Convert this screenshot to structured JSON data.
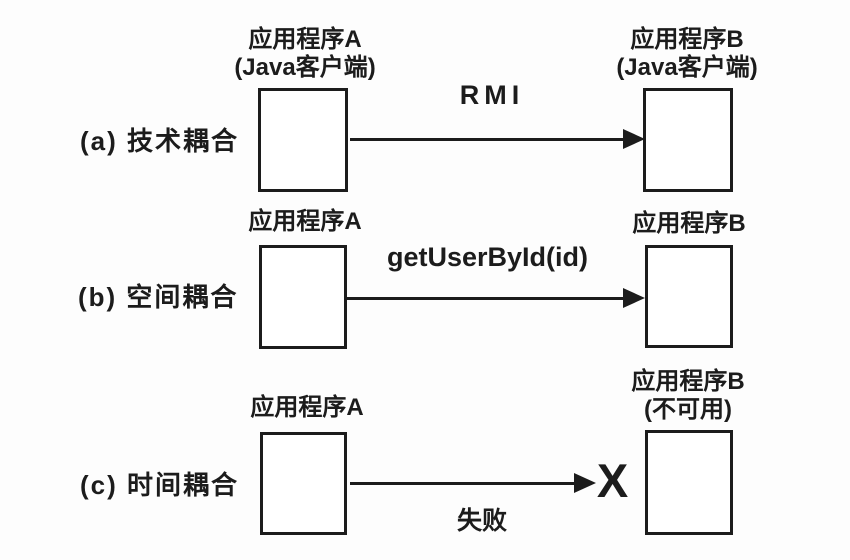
{
  "canvas": {
    "background": "#fdfdfd",
    "ink_color": "#1c1c1c"
  },
  "rows": [
    {
      "label": "(a) 技术耦合",
      "left_box": {
        "title": "应用程序A",
        "subtitle": "(Java客户端)"
      },
      "right_box": {
        "title": "应用程序B",
        "subtitle": "(Java客户端)"
      },
      "arrow": {
        "label": "RMI",
        "label_position": "above",
        "blocked": false
      }
    },
    {
      "label": "(b) 空间耦合",
      "left_box": {
        "title": "应用程序A"
      },
      "right_box": {
        "title": "应用程序B"
      },
      "arrow": {
        "label": "getUserById(id)",
        "label_position": "above",
        "blocked": false
      }
    },
    {
      "label": "(c) 时间耦合",
      "left_box": {
        "title": "应用程序A"
      },
      "right_box": {
        "title": "应用程序B",
        "subtitle": "(不可用)"
      },
      "arrow": {
        "label": "失败",
        "label_position": "below",
        "blocked": true,
        "failure_mark": "X"
      }
    }
  ]
}
